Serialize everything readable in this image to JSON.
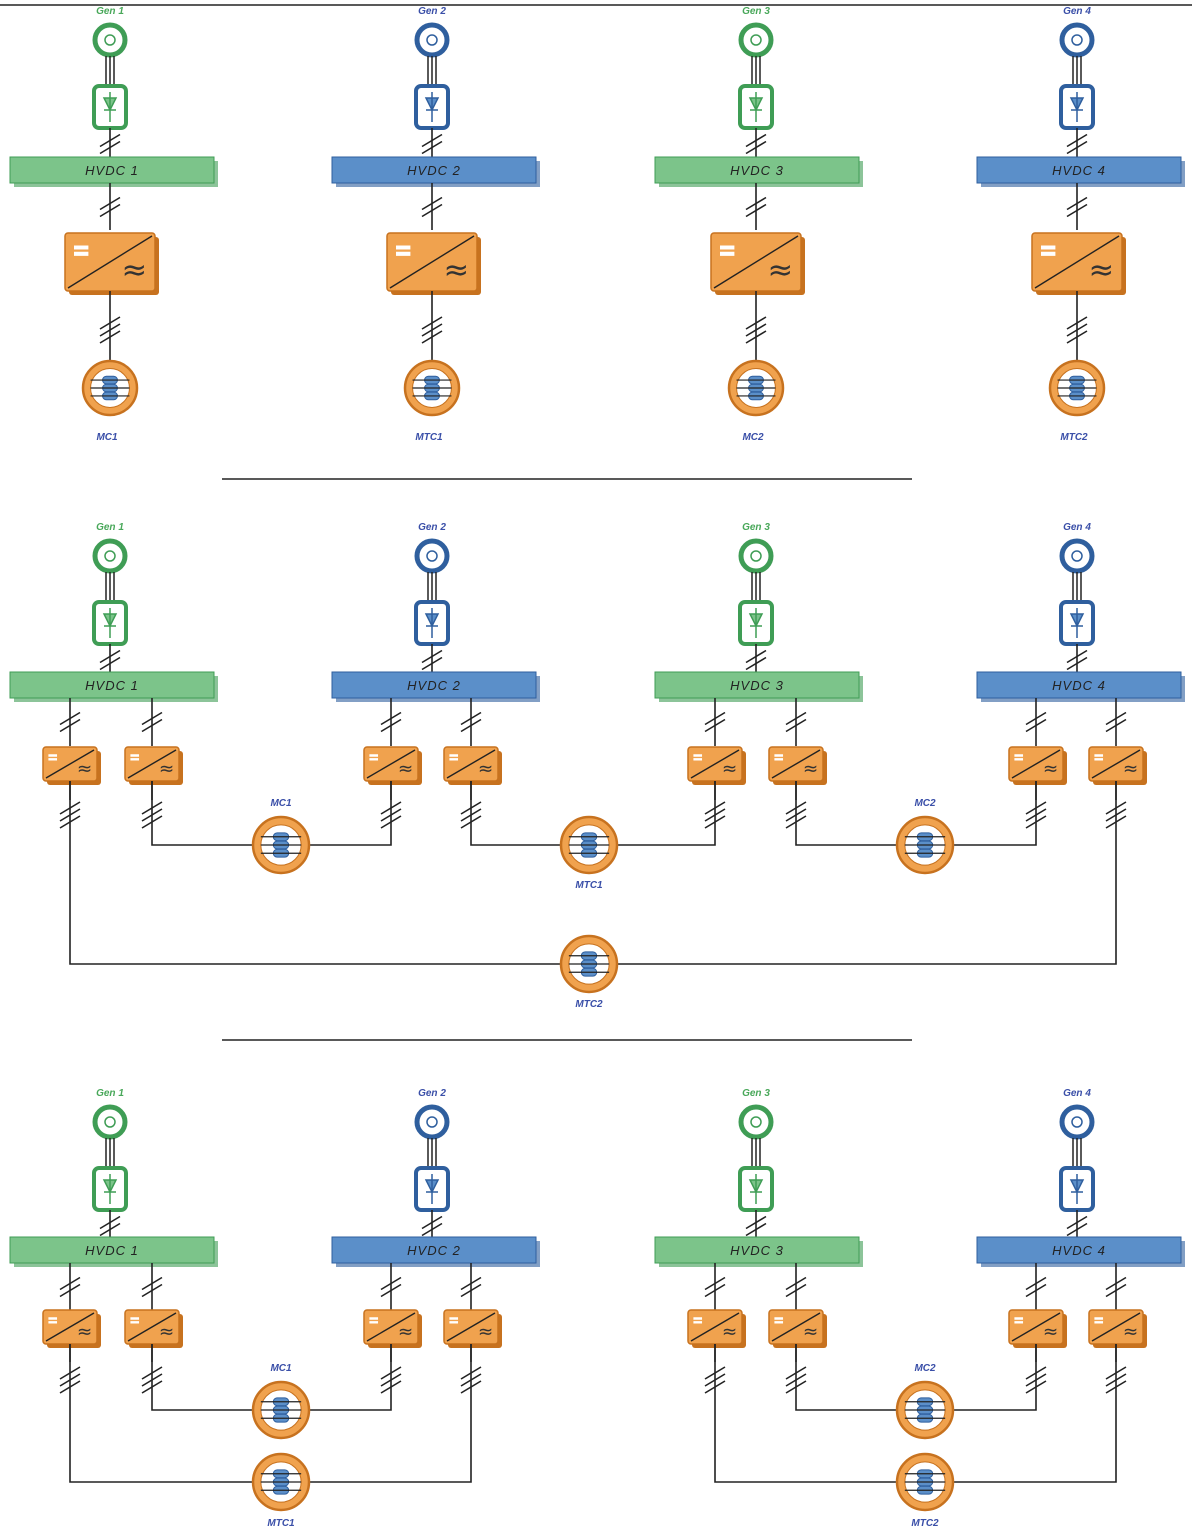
{
  "colors": {
    "green": "#7cc48a",
    "green_dark": "#3f9d55",
    "blue": "#5b8fc9",
    "blue_dark": "#2f5f9e",
    "orange": "#f0a24e",
    "orange_dark": "#c7721f",
    "label_blue": "#3a4fa8",
    "label_green": "#49a85a",
    "wire": "#222222"
  },
  "generators": [
    {
      "label": "Gen 1",
      "color": "green"
    },
    {
      "label": "Gen 2",
      "color": "blue"
    },
    {
      "label": "Gen 3",
      "color": "green"
    },
    {
      "label": "Gen 4",
      "color": "blue"
    }
  ],
  "buses": [
    "HVDC 1",
    "HVDC 2",
    "HVDC 3",
    "HVDC 4"
  ],
  "panels": [
    {
      "id": "panel-1",
      "loads": [
        "MC1",
        "MTC1",
        "MC2",
        "MTC2"
      ]
    },
    {
      "id": "panel-2",
      "loads": [
        "MC1",
        "MTC1",
        "MC2",
        "MTC2"
      ]
    },
    {
      "id": "panel-3",
      "loads": [
        "MC1",
        "MC2",
        "MTC1",
        "MTC2"
      ]
    }
  ]
}
